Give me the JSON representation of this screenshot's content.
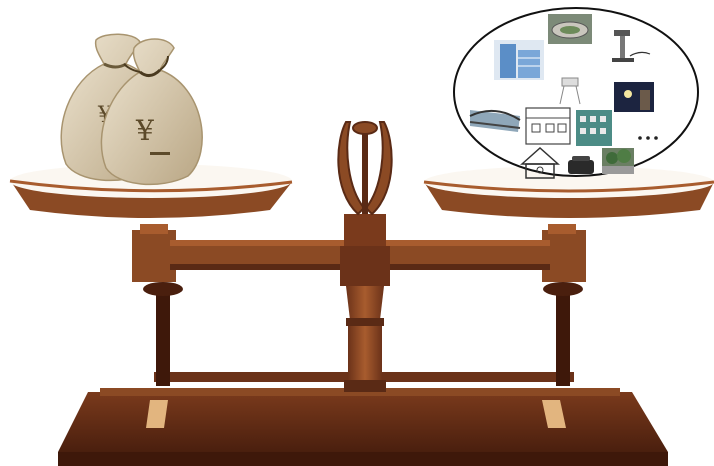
{
  "scene": {
    "subject": "balance scale",
    "left_pan_item": "money-bags",
    "right_pan_item": "infrastructure-collage",
    "collage_items": [
      "office-building",
      "stadium",
      "microscope",
      "water-tower",
      "bridge",
      "hospital",
      "school",
      "night-street",
      "house",
      "telephone",
      "park",
      "ellipsis"
    ],
    "colors": {
      "wood_dark": "#5a2a15",
      "wood_mid": "#8b4a24",
      "wood_light": "#b5683a",
      "pan_top": "#fbf7f1",
      "bag": "#dccfb4",
      "bag_shadow": "#b9a684"
    }
  }
}
